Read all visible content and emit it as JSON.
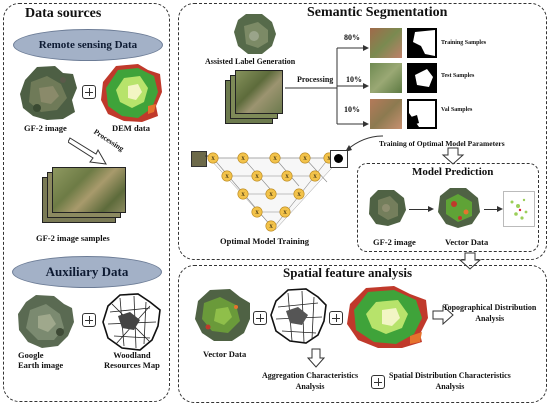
{
  "left_panel": {
    "title": "Data sources",
    "remote_label": "Remote sensing Data",
    "gf2_caption": "GF-2 image",
    "dem_caption": "DEM data",
    "processing_label": "Processing",
    "samples_caption": "GF-2 image samples",
    "auxiliary_label": "Auxiliary Data",
    "google_caption": "Google\nEarth image",
    "woodland_caption": "Woodland\nResources Map"
  },
  "segmentation_panel": {
    "title": "Semantic Segmentation",
    "assisted_caption": "Assisted Label Generation",
    "processing_label": "Processing",
    "splits": [
      {
        "pct": "80%",
        "label": "Training Samples"
      },
      {
        "pct": "10%",
        "label": "Test Samples"
      },
      {
        "pct": "10%",
        "label": "Val Samples"
      }
    ],
    "training_label": "Training of Optimal Model Parameters",
    "optimal_caption": "Optimal Model Training",
    "unet_node_label": "X"
  },
  "prediction_panel": {
    "title": "Model Prediction",
    "gf2_caption": "GF-2 image",
    "vector_caption": "Vector Data"
  },
  "spatial_panel": {
    "title": "Spatial feature analysis",
    "vector_caption": "Vector Data",
    "topo_caption": "Topographical Distribution\nAnalysis",
    "aggregation_caption": "Aggregation Characteristics\nAnalysis",
    "spatial_dist_caption": "Spatial Distribution Characteristics\nAnalysis"
  },
  "colors": {
    "oval_fill": "#a3b1c7",
    "unet_node": "#f2c24a",
    "forest_dark": "#3d5a2e",
    "dem_green": "#3fa33a",
    "dem_red": "#c0392b"
  }
}
